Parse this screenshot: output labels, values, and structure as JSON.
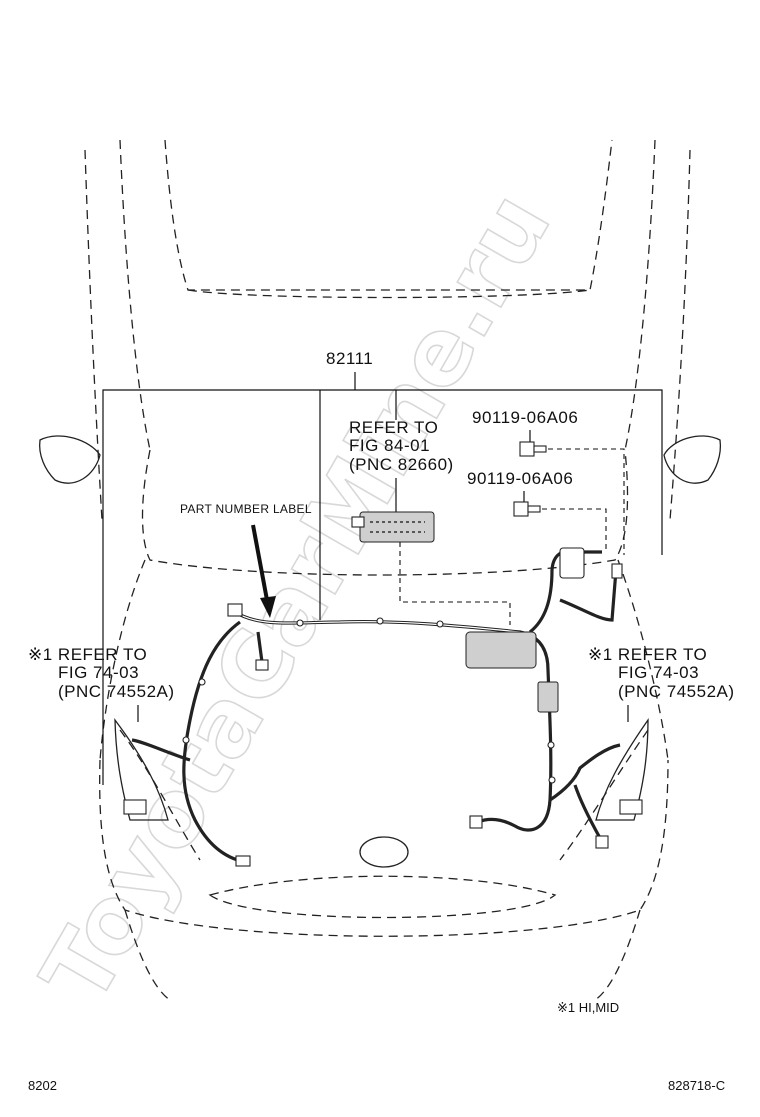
{
  "diagram": {
    "watermark": "ToyotaCarMine.ru",
    "assembly_part_number": "82111",
    "part_number_label_text": "PART NUMBER LABEL",
    "refer_center": {
      "line1": "REFER TO",
      "line2": "FIG 84-01",
      "line3": "(PNC 82660)"
    },
    "bolts": [
      {
        "part_number": "90119-06A06"
      },
      {
        "part_number": "90119-06A06"
      }
    ],
    "refer_left": {
      "line1": "※1 REFER TO",
      "line2": "FIG 74-03",
      "line3": "(PNC 74552A)"
    },
    "refer_right": {
      "line1": "※1 REFER TO",
      "line2": "FIG 74-03",
      "line3": "(PNC 74552A)"
    },
    "footnote": "※1 HI,MID",
    "page_number": "8202",
    "figure_code": "828718-C"
  }
}
